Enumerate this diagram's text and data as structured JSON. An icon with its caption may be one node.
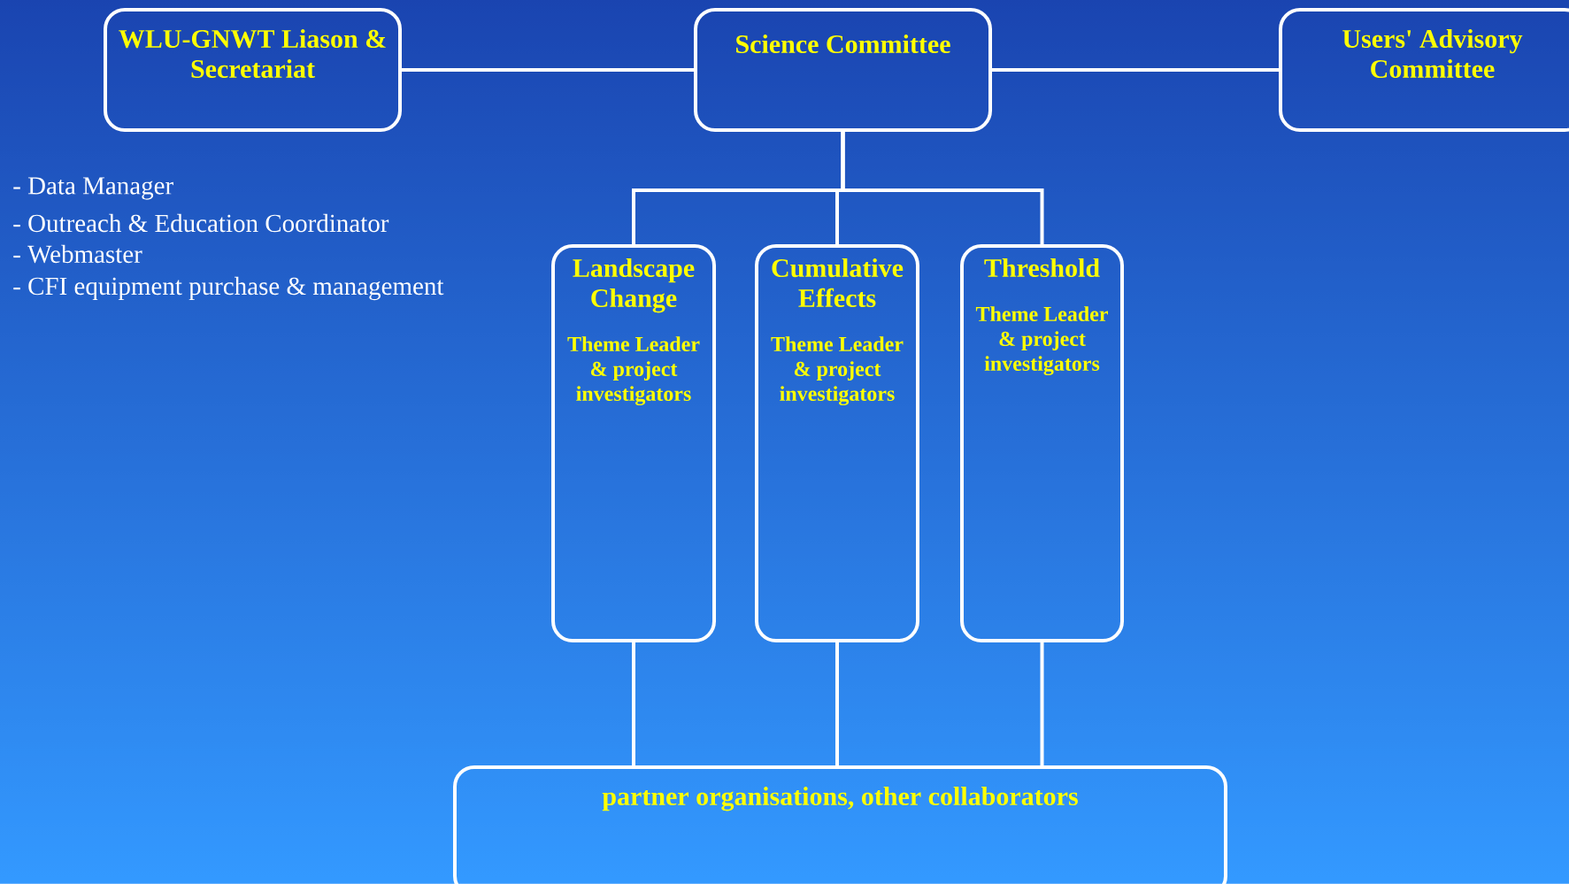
{
  "diagram": {
    "nodes": [
      {
        "text": [
          "WLU-GNWT Liason & Secretariat"
        ]
      },
      {
        "text": [
          "Science Committee"
        ]
      },
      {
        "text": [
          "Users' Advisory Committee"
        ]
      },
      {
        "text": [
          "Landscape Change",
          "Theme Leader & project investigators"
        ]
      },
      {
        "text": [
          "Cumulative Effects",
          "Theme Leader & project investigators"
        ]
      },
      {
        "text": [
          "Threshold",
          "Theme Leader & project investigators"
        ]
      },
      {
        "text": [
          "partner organisations, other collaborators"
        ]
      }
    ],
    "edges": [
      {
        "from": 0,
        "to": 1,
        "arrow": "none"
      },
      {
        "from": 1,
        "to": 2,
        "arrow": "none"
      },
      {
        "from": 1,
        "to": 3,
        "arrow": "none"
      },
      {
        "from": 1,
        "to": 4,
        "arrow": "none"
      },
      {
        "from": 1,
        "to": 5,
        "arrow": "none"
      },
      {
        "from": 3,
        "to": 6,
        "arrow": "none"
      },
      {
        "from": 4,
        "to": 6,
        "arrow": "none"
      },
      {
        "from": 5,
        "to": 6,
        "arrow": "none"
      }
    ],
    "labels": [
      "- Data Manager",
      "- Outreach & Education Coordinator",
      "- Webmaster",
      "- CFI equipment purchase & management"
    ]
  }
}
